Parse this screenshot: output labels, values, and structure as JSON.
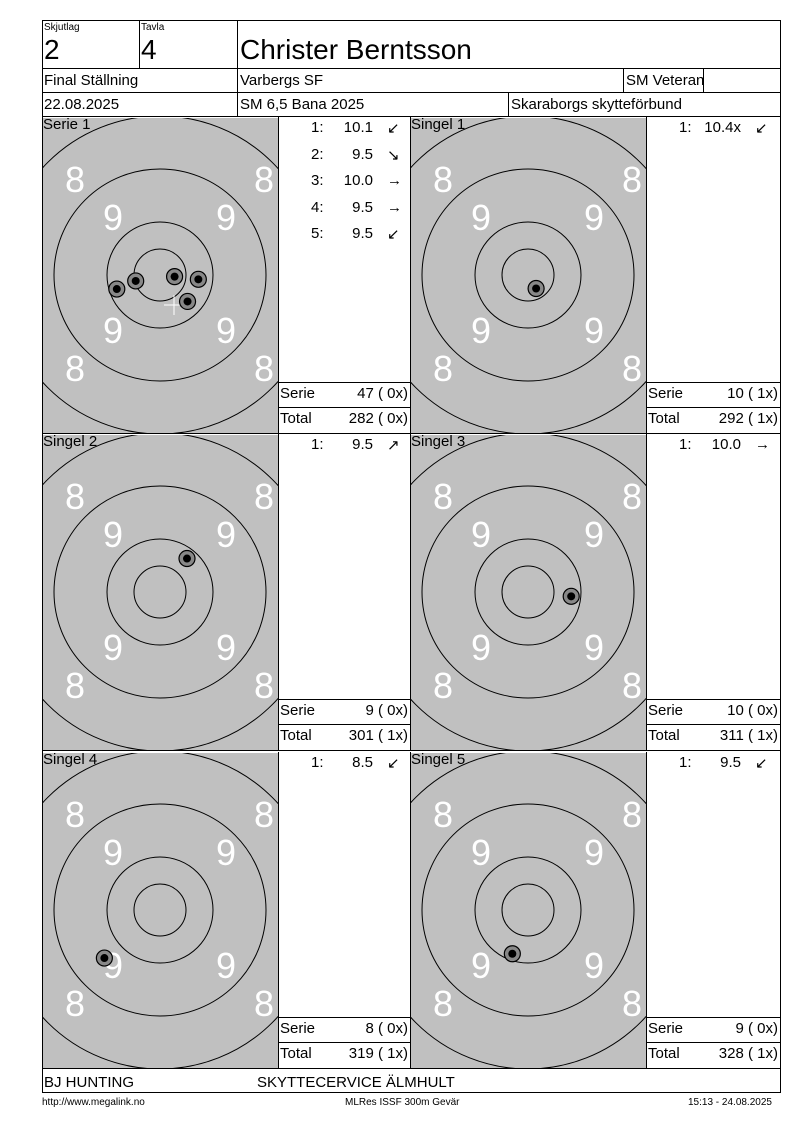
{
  "header": {
    "squad_label": "Skjutlag",
    "squad_value": "2",
    "target_label": "Tavla",
    "target_value": "4",
    "shooter_name": "Christer Berntsson",
    "stage": "Final Ställning",
    "club": "Varbergs SF",
    "class": "SM Veteran",
    "date": "22.08.2025",
    "event": "SM 6,5 Bana 2025",
    "federation": "Skaraborgs skytteförbund"
  },
  "panels": [
    {
      "title": "Serie 1",
      "shots": [
        {
          "idx": "1:",
          "value": "10.1",
          "dir": "↙",
          "dx": -0.45,
          "dy": 0.11
        },
        {
          "idx": "2:",
          "value": "9.5",
          "dir": "↘",
          "dx": 0.27,
          "dy": 0.03
        },
        {
          "idx": "3:",
          "value": "10.0",
          "dir": "→",
          "dx": -0.8,
          "dy": 0.26
        },
        {
          "idx": "4:",
          "value": "9.5",
          "dir": "→",
          "dx": 0.71,
          "dy": 0.08
        },
        {
          "idx": "5:",
          "value": "9.5",
          "dir": "↙",
          "dx": 0.51,
          "dy": 0.49
        }
      ],
      "center_mark": true,
      "serie_label": "Serie",
      "serie_value": "47 ( 0x)",
      "total_label": "Total",
      "total_value": "282 ( 0x)"
    },
    {
      "title": "Singel 1",
      "shots": [
        {
          "idx": "1:",
          "value": "10.4x",
          "dir": "↙",
          "dx": 0.15,
          "dy": 0.25
        }
      ],
      "serie_label": "Serie",
      "serie_value": "10 ( 1x)",
      "total_label": "Total",
      "total_value": "292 ( 1x)"
    },
    {
      "title": "Singel 2",
      "shots": [
        {
          "idx": "1:",
          "value": "9.5",
          "dir": "↗",
          "dx": 0.5,
          "dy": -0.62
        }
      ],
      "serie_label": "Serie",
      "serie_value": "9 ( 0x)",
      "total_label": "Total",
      "total_value": "301 ( 1x)"
    },
    {
      "title": "Singel 3",
      "shots": [
        {
          "idx": "1:",
          "value": "10.0",
          "dir": "→",
          "dx": 0.8,
          "dy": 0.08
        }
      ],
      "serie_label": "Serie",
      "serie_value": "10 ( 0x)",
      "total_label": "Total",
      "total_value": "311 ( 1x)"
    },
    {
      "title": "Singel 4",
      "shots": [
        {
          "idx": "1:",
          "value": "8.5",
          "dir": "↙",
          "dx": -1.03,
          "dy": 0.89
        }
      ],
      "serie_label": "Serie",
      "serie_value": "8 ( 0x)",
      "total_label": "Total",
      "total_value": "319 ( 1x)"
    },
    {
      "title": "Singel 5",
      "shots": [
        {
          "idx": "1:",
          "value": "9.5",
          "dir": "↙",
          "dx": -0.29,
          "dy": 0.81
        }
      ],
      "serie_label": "Serie",
      "serie_value": "9 ( 0x)",
      "total_label": "Total",
      "total_value": "328 ( 1x)"
    }
  ],
  "footer": {
    "sponsor_1": "BJ HUNTING",
    "sponsor_2": "SKYTTECERVICE ÄLMHULT",
    "url": "http://www.megalink.no",
    "software": "MLRes ISSF 300m Gevär",
    "printed": "15:13 - 24.08.2025"
  },
  "colors": {
    "target_bg": "#c0c0c0",
    "ring_number": "#ffffff"
  }
}
